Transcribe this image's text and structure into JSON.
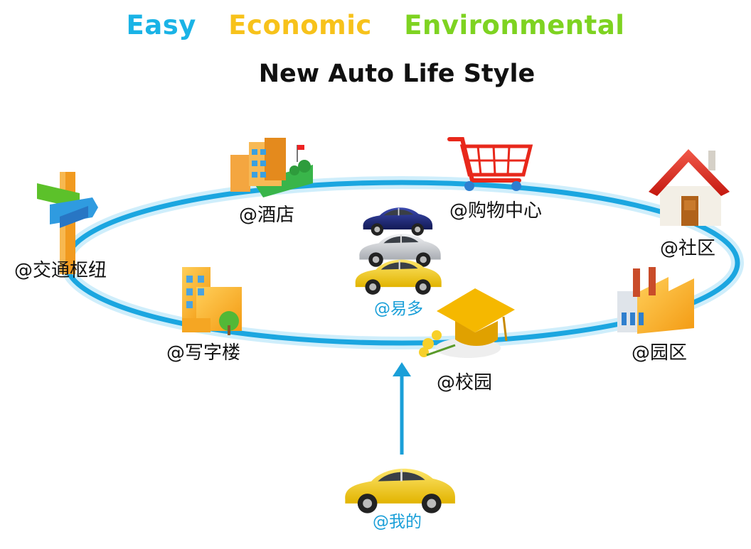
{
  "header": {
    "words": [
      {
        "text": "Easy",
        "color": "#1ab3e6"
      },
      {
        "text": "Economic",
        "color": "#f7c21b"
      },
      {
        "text": "Environmental",
        "color": "#7ed321"
      }
    ],
    "subtitle": "New Auto Life Style"
  },
  "nodes": {
    "transport": {
      "label": "@交通枢纽",
      "icon": "signpost-icon"
    },
    "hotel": {
      "label": "@酒店",
      "icon": "hotel-building-icon"
    },
    "mall": {
      "label": "@购物中心",
      "icon": "shopping-cart-icon"
    },
    "community": {
      "label": "@社区",
      "icon": "house-icon"
    },
    "office": {
      "label": "@写字楼",
      "icon": "office-building-icon"
    },
    "park": {
      "label": "@园区",
      "icon": "factory-icon"
    },
    "campus": {
      "label": "@校园",
      "icon": "graduation-cap-icon"
    },
    "center": {
      "label": "@易多",
      "icon": "car-fleet-icon"
    },
    "mine": {
      "label": "@我的",
      "icon": "yellow-car-icon"
    }
  },
  "colors": {
    "ring": "#1ba6e0",
    "ring_glow": "#cfeefb",
    "arrow": "#1a9fd8",
    "car_yellow": "#f2cf1e",
    "car_silver": "#c9cdd2",
    "car_navy": "#1e2a78"
  }
}
